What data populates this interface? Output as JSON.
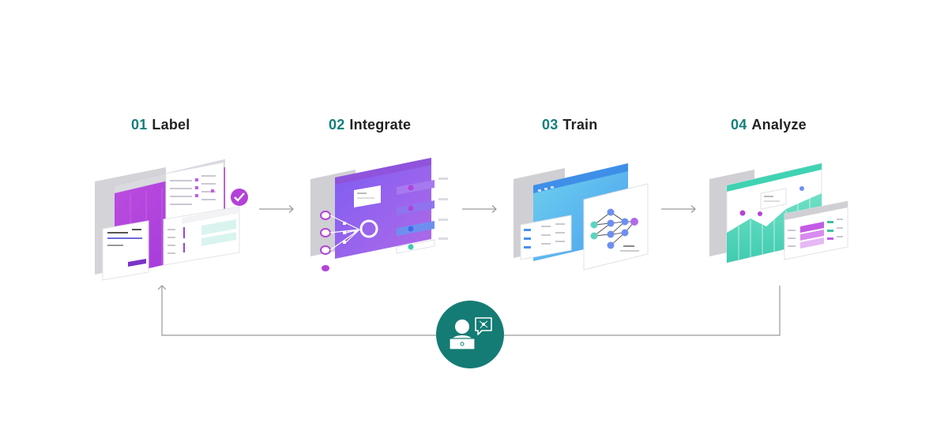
{
  "steps": [
    {
      "num": "01",
      "label": "Label"
    },
    {
      "num": "02",
      "label": "Integrate"
    },
    {
      "num": "03",
      "label": "Train"
    },
    {
      "num": "04",
      "label": "Analyze"
    }
  ],
  "colors": {
    "teal_accent": "#137f7a",
    "badge": "#147c74",
    "label_purple": "#b63bd9",
    "integrate_purple": "#8e56f0",
    "train_blue": "#4aa7ef",
    "analyze_green": "#3fd3b3",
    "arrow_gray": "#9a9a9a"
  },
  "icons": [
    "arrow-right-icon",
    "human-in-the-loop-icon",
    "chat-bubble-icon",
    "check-icon"
  ]
}
